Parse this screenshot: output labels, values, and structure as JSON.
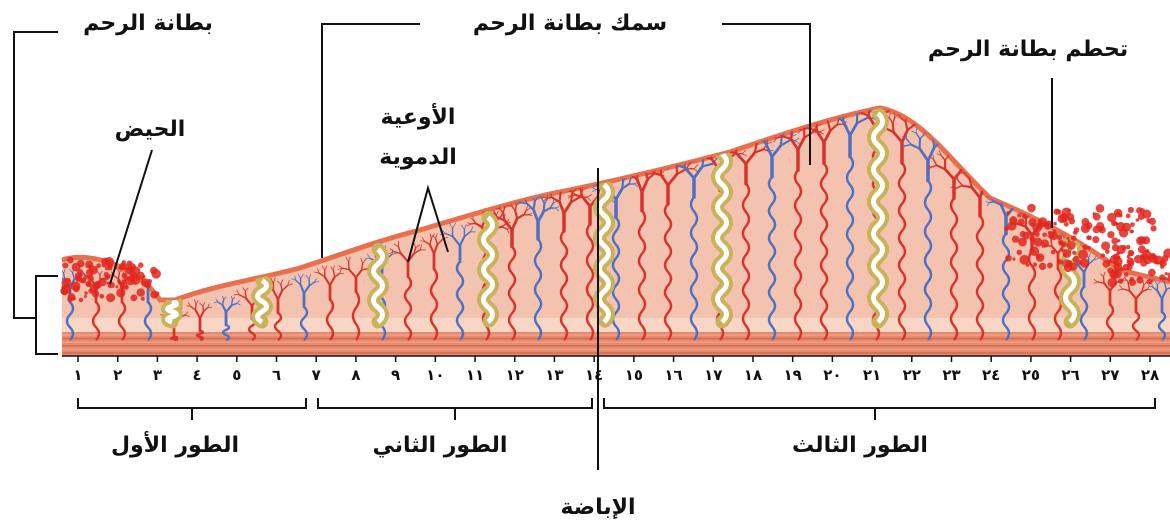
{
  "labels": {
    "endometrium": "بطانة الرحم",
    "endometrium_thickness": "سمك بطانة الرحم",
    "endometrium_breakdown": "تحطم بطانة الرحم",
    "menstruation": "الحيض",
    "blood_vessels_line1": "الأوعية",
    "blood_vessels_line2": "الدموية",
    "ovulation": "الإباضة"
  },
  "phases": [
    {
      "name": "الطور الأول"
    },
    {
      "name": "الطور الثاني"
    },
    {
      "name": "الطور الثالث"
    }
  ],
  "days": [
    "١",
    "٢",
    "٣",
    "٤",
    "٥",
    "٦",
    "٧",
    "٨",
    "٩",
    "١٠",
    "١١",
    "١٢",
    "١٣",
    "١٤",
    "١٥",
    "١٦",
    "١٧",
    "١٨",
    "١٩",
    "٢٠",
    "٢١",
    "٢٢",
    "٢٣",
    "٢٤",
    "٢٥",
    "٢٦",
    "٢٧",
    "٢٨"
  ],
  "colors": {
    "tissue": "#f4c3b0",
    "tissue_light": "#f8d6c6",
    "muscle": "#e58a6e",
    "muscle_dark": "#d46a4f",
    "artery": "#d8332b",
    "vein": "#4d70c2",
    "gland": "#c8b25a",
    "gland_inner": "#ffffff",
    "surface": "#e8704f",
    "blood": "#e0271e"
  }
}
